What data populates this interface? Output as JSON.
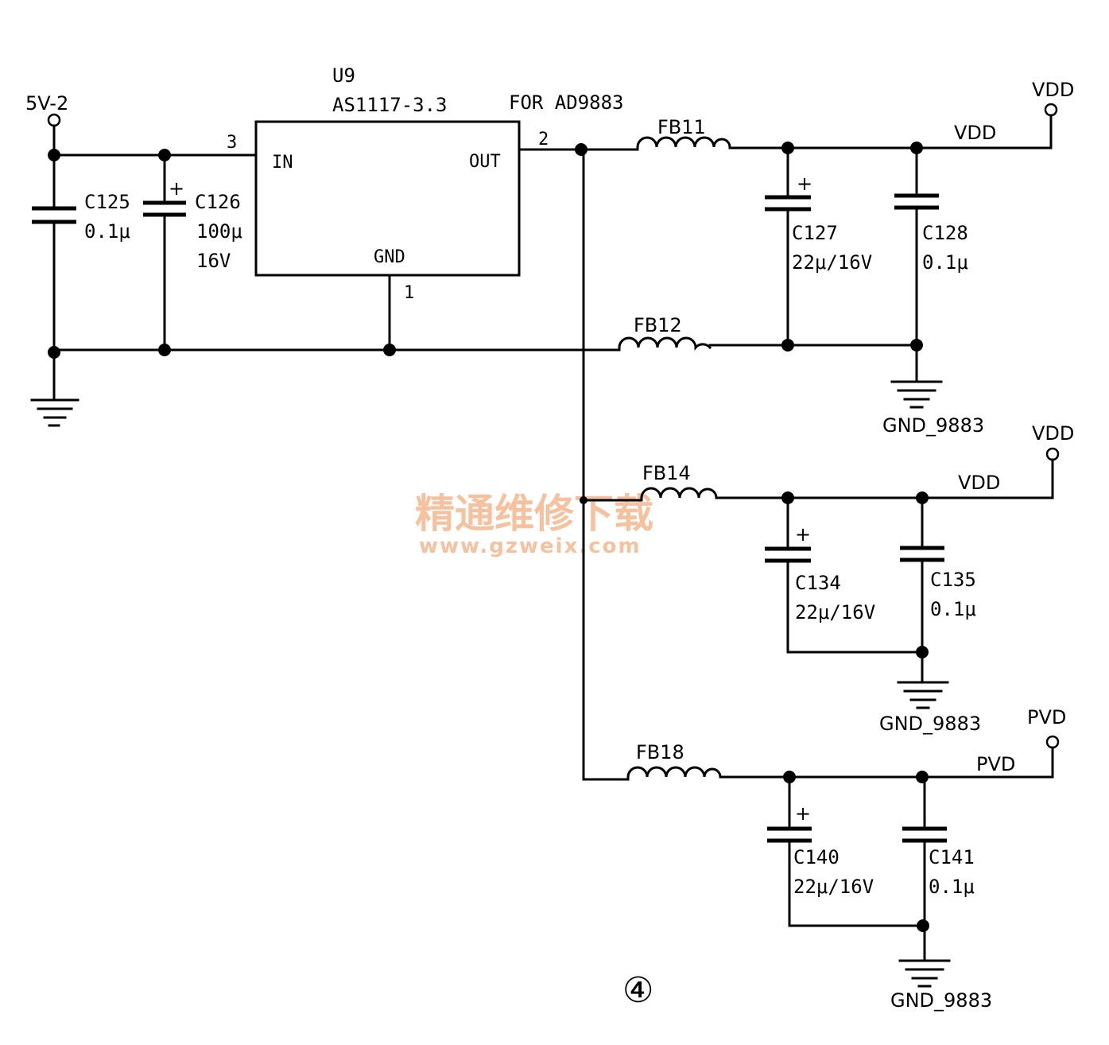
{
  "regulator": {
    "ref": "U9",
    "part": "AS1117-3.3",
    "note": "FOR AD9883",
    "pin_in": "IN",
    "pin_out": "OUT",
    "pin_gnd": "GND",
    "pin_in_num": "3",
    "pin_out_num": "2",
    "pin_gnd_num": "1"
  },
  "input": {
    "net": "5V-2"
  },
  "capacitors": {
    "c125": {
      "ref": "C125",
      "value": "0.1μ"
    },
    "c126": {
      "ref": "C126",
      "value": "100μ",
      "rating": "16V"
    },
    "c127": {
      "ref": "C127",
      "value": "22μ/16V"
    },
    "c128": {
      "ref": "C128",
      "value": "0.1μ"
    },
    "c134": {
      "ref": "C134",
      "value": "22μ/16V"
    },
    "c135": {
      "ref": "C135",
      "value": "0.1μ"
    },
    "c140": {
      "ref": "C140",
      "value": "22μ/16V"
    },
    "c141": {
      "ref": "C141",
      "value": "0.1μ"
    }
  },
  "polarity_mark": "+",
  "ferrites": {
    "fb11": "FB11",
    "fb12": "FB12",
    "fb14": "FB14",
    "fb18": "FB18"
  },
  "nets": {
    "vdd_port_1": "VDD",
    "vdd_wire_1": "VDD",
    "vdd_port_2": "VDD",
    "vdd_wire_2": "VDD",
    "pvd_port": "PVD",
    "pvd_wire": "PVD",
    "gnd_1": "GND_9883",
    "gnd_2": "GND_9883",
    "gnd_3": "GND_9883"
  },
  "watermark": {
    "title": "精通维修下载",
    "url": "www.gzweix.com"
  },
  "figure_number": "④",
  "colors": {
    "ink": "#000000",
    "watermark": "#f4b78e",
    "background": "#ffffff"
  }
}
